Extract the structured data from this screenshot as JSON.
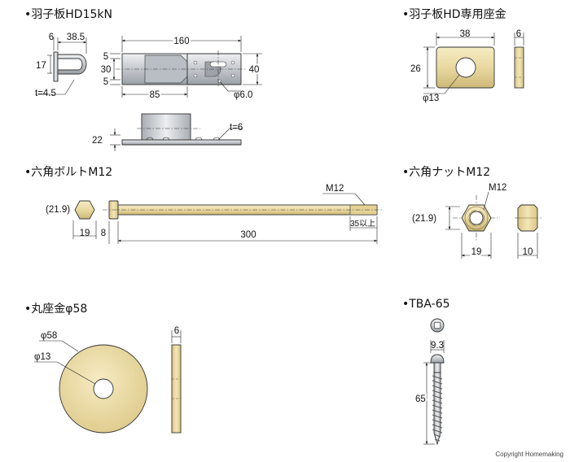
{
  "titles": {
    "hd15kn": "•羽子板HD15kN",
    "washer_hd": "•羽子板HD専用座金",
    "bolt": "•六角ボルトM12",
    "nut": "•六角ナットM12",
    "round_washer": "•丸座金φ58",
    "tba": "•TBA-65"
  },
  "hd15kn_dims": {
    "d6": "6",
    "d38_5": "38.5",
    "d17": "17",
    "t45": "t=4.5",
    "d160": "160",
    "d5a": "5",
    "d30": "30",
    "d5b": "5",
    "d40": "40",
    "d85": "85",
    "phi6": "φ6.0",
    "d22": "22",
    "t6": "t=6"
  },
  "washer_hd_dims": {
    "d38": "38",
    "d6": "6",
    "d26": "26",
    "phi13": "φ13"
  },
  "bolt_dims": {
    "d219": "(21.9)",
    "d19": "19",
    "d8": "8",
    "d300": "300",
    "m12": "M12",
    "d35": "35以上"
  },
  "nut_dims": {
    "m12": "M12",
    "d219": "(21.9)",
    "d19": "19",
    "d10": "10"
  },
  "round_washer_dims": {
    "phi58": "φ58",
    "phi13": "φ13",
    "d6": "6"
  },
  "tba_dims": {
    "d93": "9.3",
    "d65": "65"
  },
  "copyright": "Copyright  Homemaking",
  "colors": {
    "metal": "#c9cdd2",
    "metal_dark": "#9ea3a9",
    "wood": "#e9d9a0",
    "wood_dark": "#cbb56e",
    "ink": "#222222"
  }
}
